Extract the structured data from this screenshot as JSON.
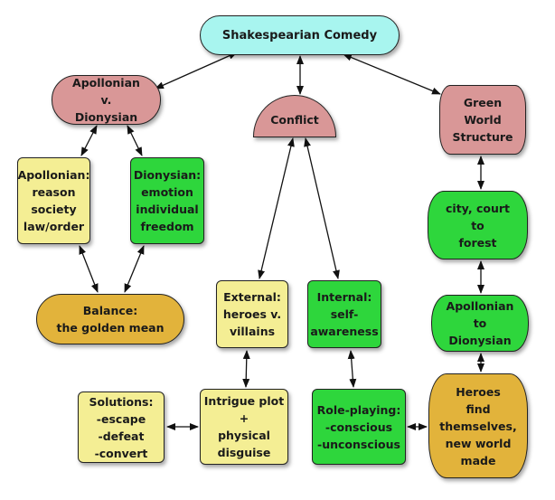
{
  "diagram": {
    "type": "concept-map",
    "nodes": {
      "root": {
        "lines": [
          "Shakespearian Comedy"
        ],
        "color": "#a8f5ef"
      },
      "apo_dio": {
        "lines": [
          "Apollonian",
          "v.",
          "Dionysian"
        ],
        "color": "#d99797"
      },
      "conflict": {
        "lines": [
          "Conflict"
        ],
        "color": "#d99797"
      },
      "green": {
        "lines": [
          "Green",
          "World",
          "Structure"
        ],
        "color": "#d99797"
      },
      "apollonian": {
        "lines": [
          "Apollonian:",
          "reason",
          "society",
          "law/order"
        ],
        "color": "#f4ee94"
      },
      "dionysian": {
        "lines": [
          "Dionysian:",
          "emotion",
          "individual",
          "freedom"
        ],
        "color": "#2ed63c"
      },
      "balance": {
        "lines": [
          "Balance:",
          "the golden mean"
        ],
        "color": "#e2b33b"
      },
      "external": {
        "lines": [
          "External:",
          "heroes v.",
          "villains"
        ],
        "color": "#f4ee94"
      },
      "internal": {
        "lines": [
          "Internal:",
          "self-",
          "awareness"
        ],
        "color": "#2ed63c"
      },
      "city": {
        "lines": [
          "city, court",
          "to",
          "forest"
        ],
        "color": "#2ed63c"
      },
      "apo_to_dio": {
        "lines": [
          "Apollonian",
          "to",
          "Dionysian"
        ],
        "color": "#2ed63c"
      },
      "heroes": {
        "lines": [
          "Heroes",
          "find",
          "themselves,",
          "new world",
          "made"
        ],
        "color": "#e2b33b"
      },
      "solutions": {
        "lines": [
          "Solutions:",
          "-escape",
          "-defeat",
          "-convert"
        ],
        "color": "#f4ee94"
      },
      "intrigue": {
        "lines": [
          "Intrigue plot",
          "+",
          "physical",
          "disguise"
        ],
        "color": "#f4ee94"
      },
      "roleplay": {
        "lines": [
          "Role-playing:",
          "-conscious",
          "-unconscious"
        ],
        "color": "#2ed63c"
      }
    },
    "edges": [
      {
        "from": "root",
        "to": "apo_dio",
        "direction": "both"
      },
      {
        "from": "root",
        "to": "conflict",
        "direction": "both"
      },
      {
        "from": "root",
        "to": "green",
        "direction": "both"
      },
      {
        "from": "apo_dio",
        "to": "apollonian",
        "direction": "both"
      },
      {
        "from": "apo_dio",
        "to": "dionysian",
        "direction": "both"
      },
      {
        "from": "apollonian",
        "to": "balance",
        "direction": "both"
      },
      {
        "from": "dionysian",
        "to": "balance",
        "direction": "both"
      },
      {
        "from": "conflict",
        "to": "external",
        "direction": "both"
      },
      {
        "from": "conflict",
        "to": "internal",
        "direction": "both"
      },
      {
        "from": "external",
        "to": "intrigue",
        "direction": "both"
      },
      {
        "from": "internal",
        "to": "roleplay",
        "direction": "both"
      },
      {
        "from": "intrigue",
        "to": "solutions",
        "direction": "both"
      },
      {
        "from": "roleplay",
        "to": "heroes",
        "direction": "both"
      },
      {
        "from": "green",
        "to": "city",
        "direction": "both"
      },
      {
        "from": "city",
        "to": "apo_to_dio",
        "direction": "both"
      },
      {
        "from": "apo_to_dio",
        "to": "heroes",
        "direction": "both"
      }
    ]
  }
}
